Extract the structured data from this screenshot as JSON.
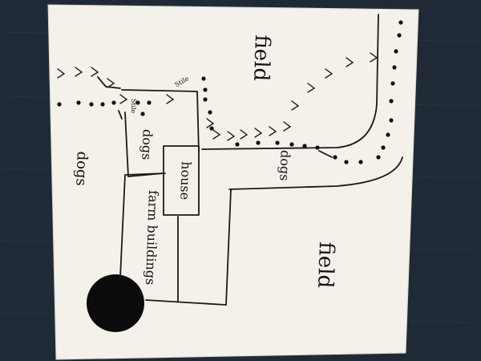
{
  "labels": {
    "field_top": "field",
    "field_bottom": "field",
    "dogs_left": "dogs",
    "dogs_center": "dogs",
    "dogs_right": "dogs",
    "house": "house",
    "farm_buildings": "farm buildings",
    "stile_upper": "Stile",
    "stile_lower": "Stile"
  },
  "colors": {
    "background": "#1f2a36",
    "paper": "#f4f1ea",
    "ink": "#141414"
  }
}
